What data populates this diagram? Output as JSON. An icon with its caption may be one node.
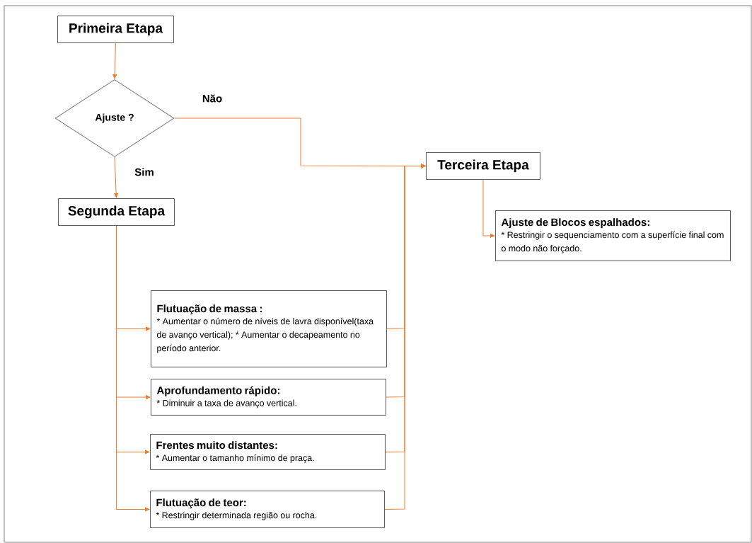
{
  "diagram": {
    "nodes": [
      {
        "text": [
          "Primeira Etapa"
        ]
      },
      {
        "text": [
          "Ajuste ?"
        ]
      },
      {
        "text": [
          "Segunda Etapa"
        ]
      },
      {
        "text": [
          "Terceira Etapa"
        ]
      },
      {
        "text": [
          "Ajuste de Blocos espalhados:",
          "* Restringir o sequenciamento com a superfície final com o modo não forçado."
        ]
      },
      {
        "text": [
          "Flutuação de massa :",
          "* Aumentar o número de níveis de lavra disponível(taxa de avanço vertical); * Aumentar o decapeamento no período anterior."
        ]
      },
      {
        "text": [
          "Aprofundamento rápido:",
          "* Diminuir a taxa de avanço vertical."
        ]
      },
      {
        "text": [
          "Frentes muito distantes:",
          "* Aumentar o tamanho mínimo de praça."
        ]
      },
      {
        "text": [
          "Flutuação de teor:",
          "* Restringir determinada região ou rocha."
        ]
      }
    ],
    "edges": [
      {
        "from": 0,
        "to": 1,
        "arrow": "to"
      },
      {
        "from": 1,
        "to": 3,
        "arrow": "to",
        "label": "Não"
      },
      {
        "from": 1,
        "to": 2,
        "arrow": "to",
        "label": "Sim"
      },
      {
        "from": 3,
        "to": 4,
        "arrow": "to"
      },
      {
        "from": 2,
        "to": 5,
        "arrow": "to"
      },
      {
        "from": 2,
        "to": 6,
        "arrow": "to"
      },
      {
        "from": 2,
        "to": 7,
        "arrow": "to"
      },
      {
        "from": 2,
        "to": 8,
        "arrow": "to"
      },
      {
        "from": 5,
        "to": 3,
        "arrow": "to"
      },
      {
        "from": 6,
        "to": 3,
        "arrow": "to"
      },
      {
        "from": 7,
        "to": 3,
        "arrow": "to"
      },
      {
        "from": 8,
        "to": 3,
        "arrow": "to"
      }
    ]
  }
}
